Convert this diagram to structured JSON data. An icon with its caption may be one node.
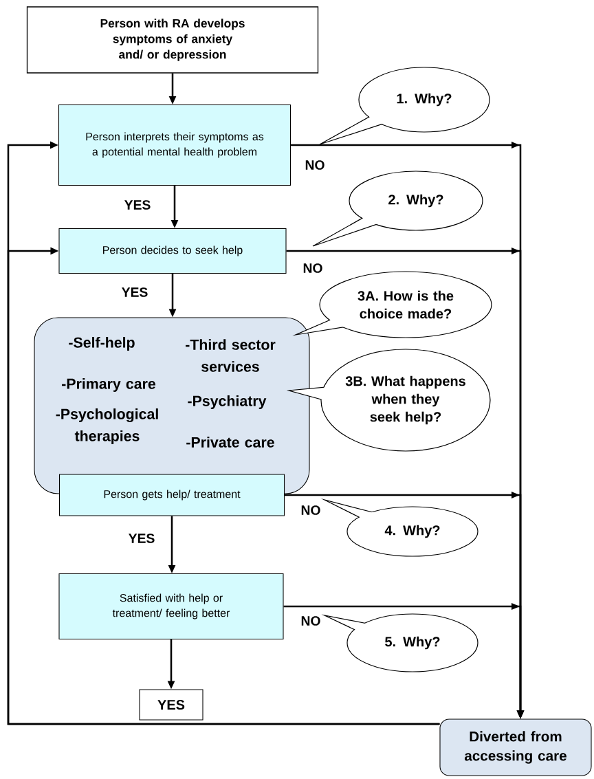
{
  "diagram": {
    "nodes": [
      {
        "text": [
          "Person with RA develops symptoms of anxiety and/ or depression"
        ]
      },
      {
        "text": [
          "Person interprets their symptoms as a potential mental health problem"
        ]
      },
      {
        "text": [
          "Person decides to seek help"
        ]
      },
      {
        "text": [
          "-Self-help",
          "-Third sector services",
          "-Primary care",
          "-Psychiatry",
          "-Psychological therapies",
          "-Private care"
        ]
      },
      {
        "text": [
          "Person gets help/ treatment"
        ]
      },
      {
        "text": [
          "Satisfied with help or treatment/ feeling better"
        ]
      },
      {
        "text": [
          "YES"
        ]
      },
      {
        "text": [
          "Diverted from accessing care"
        ]
      },
      {
        "text": [
          "1. Why?"
        ]
      },
      {
        "text": [
          "2. Why?"
        ]
      },
      {
        "text": [
          "3A. How is the choice made?"
        ]
      },
      {
        "text": [
          "3B. What happens when they seek help?"
        ]
      },
      {
        "text": [
          "4. Why?"
        ]
      },
      {
        "text": [
          "5. Why?"
        ]
      }
    ],
    "edges": [
      {
        "from": 0,
        "to": 1,
        "arrow": "to"
      },
      {
        "from": 1,
        "to": 2,
        "arrow": "to",
        "label": "YES"
      },
      {
        "from": 2,
        "to": 3,
        "arrow": "to",
        "label": "YES"
      },
      {
        "from": 4,
        "to": 5,
        "arrow": "to",
        "label": "YES"
      },
      {
        "from": 5,
        "to": 6,
        "arrow": "to"
      },
      {
        "from": 1,
        "to": 7,
        "arrow": "to",
        "label": "NO"
      },
      {
        "from": 2,
        "to": 7,
        "arrow": "to",
        "label": "NO"
      },
      {
        "from": 4,
        "to": 7,
        "arrow": "to",
        "label": "NO"
      },
      {
        "from": 5,
        "to": 7,
        "arrow": "to",
        "label": "NO"
      },
      {
        "from": 7,
        "to": 1,
        "arrow": "to"
      },
      {
        "from": 7,
        "to": 2,
        "arrow": "to"
      }
    ]
  }
}
